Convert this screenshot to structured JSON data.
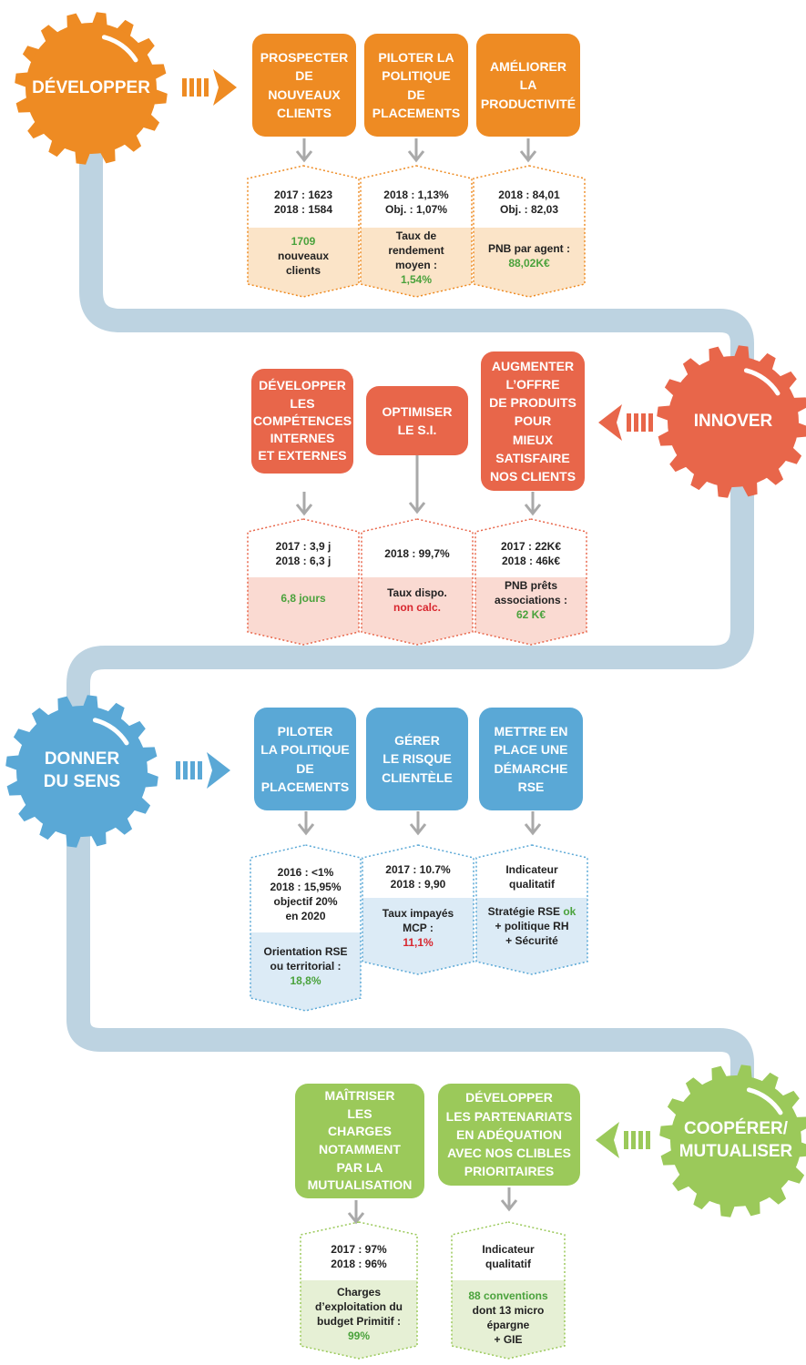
{
  "colors": {
    "orange": "#ee8b23",
    "coral": "#e8664a",
    "blue": "#5aa8d6",
    "green": "#9bc95a",
    "road": "#bdd3e1",
    "value_green": "#4aa23c",
    "value_red": "#d8262e",
    "orange_fill": "#fbe4c8",
    "coral_fill": "#fadad2",
    "blue_fill": "#dcebf6",
    "green_fill": "#e6f0d5"
  },
  "sections": [
    {
      "id": "developper",
      "gear_lines": [
        "DÉVELOPPER"
      ],
      "goals": [
        {
          "lines": [
            "PROSPECTER",
            "DE",
            "NOUVEAUX",
            "CLIENTS"
          ]
        },
        {
          "lines": [
            "PILOTER LA",
            "POLITIQUE",
            "DE",
            "PLACEMENTS"
          ]
        },
        {
          "lines": [
            "AMÉLIORER",
            "LA",
            "PRODUCTIVITÉ"
          ]
        }
      ],
      "indicators": [
        {
          "top": [
            "2017 : 1623",
            "2018 : 1584"
          ],
          "bottom": [
            {
              "text": "1709",
              "style": "green"
            },
            {
              "text": "nouveaux"
            },
            {
              "text": "clients"
            }
          ]
        },
        {
          "top": [
            "2018 : 1,13%",
            "Obj. : 1,07%"
          ],
          "bottom": [
            {
              "text": "Taux de"
            },
            {
              "text": "rendement"
            },
            {
              "text": "moyen :"
            },
            {
              "text": "1,54%",
              "style": "green"
            }
          ]
        },
        {
          "top": [
            "2018 : 84,01",
            "Obj. : 82,03"
          ],
          "bottom": [
            {
              "text": "PNB par agent :"
            },
            {
              "text": "88,02K€",
              "style": "green"
            }
          ]
        }
      ]
    },
    {
      "id": "innover",
      "gear_lines": [
        "INNOVER"
      ],
      "goals": [
        {
          "lines": [
            "DÉVELOPPER",
            "LES",
            "COMPÉTENCES",
            "INTERNES",
            "ET EXTERNES"
          ]
        },
        {
          "lines": [
            "OPTIMISER",
            "LE S.I."
          ]
        },
        {
          "lines": [
            "AUGMENTER",
            "L’OFFRE",
            "DE PRODUITS",
            "POUR",
            "MIEUX",
            "SATISFAIRE",
            "NOS CLIENTS"
          ]
        }
      ],
      "indicators": [
        {
          "top": [
            "2017 : 3,9 j",
            "2018 : 6,3 j"
          ],
          "bottom": [
            {
              "text": "6,8 jours",
              "style": "green"
            }
          ]
        },
        {
          "top": [
            "2018 : 99,7%"
          ],
          "bottom": [
            {
              "text": "Taux dispo."
            },
            {
              "text": "non calc.",
              "style": "red"
            }
          ]
        },
        {
          "top": [
            "2017 : 22K€",
            "2018 : 46k€"
          ],
          "bottom": [
            {
              "text": "PNB prêts"
            },
            {
              "text": "associations :"
            },
            {
              "text": "62 K€",
              "style": "green"
            }
          ]
        }
      ]
    },
    {
      "id": "donner-du-sens",
      "gear_lines": [
        "DONNER",
        "DU SENS"
      ],
      "goals": [
        {
          "lines": [
            "PILOTER",
            "LA POLITIQUE",
            "DE",
            "PLACEMENTS"
          ]
        },
        {
          "lines": [
            "GÉRER",
            "LE RISQUE",
            "CLIENTÈLE"
          ]
        },
        {
          "lines": [
            "METTRE EN",
            "PLACE UNE",
            "DÉMARCHE",
            "RSE"
          ]
        }
      ],
      "indicators": [
        {
          "top": [
            "2016 : <1%",
            "2018 : 15,95%",
            "objectif 20%",
            "en 2020"
          ],
          "bottom": [
            {
              "text": "Orientation RSE"
            },
            {
              "text": "ou territorial :"
            },
            {
              "text": "18,8%",
              "style": "green"
            }
          ]
        },
        {
          "top": [
            "2017 : 10.7%",
            "2018 : 9,90"
          ],
          "bottom": [
            {
              "text": "Taux impayés"
            },
            {
              "text": "MCP :"
            },
            {
              "text": "11,1%",
              "style": "red"
            }
          ]
        },
        {
          "top": [
            "Indicateur",
            "qualitatif"
          ],
          "bottom": [
            {
              "text": "Stratégie RSE ",
              "suffix": "ok"
            },
            {
              "text": "+ politique RH"
            },
            {
              "text": "+ Sécurité"
            }
          ]
        }
      ]
    },
    {
      "id": "cooperer",
      "gear_lines": [
        "COOPÉRER/",
        "MUTUALISER"
      ],
      "goals": [
        {
          "lines": [
            "MAÎTRISER",
            "LES",
            "CHARGES",
            "NOTAMMENT",
            "PAR LA",
            "MUTUALISATION"
          ]
        },
        {
          "lines": [
            "DÉVELOPPER",
            "LES PARTENARIATS",
            "EN ADÉQUATION",
            "AVEC NOS CLIBLES",
            "PRIORITAIRES"
          ]
        }
      ],
      "indicators": [
        {
          "top": [
            "2017 : 97%",
            "2018 : 96%"
          ],
          "bottom": [
            {
              "text": "Charges"
            },
            {
              "text": "d’exploitation du"
            },
            {
              "text": "budget Primitif :"
            },
            {
              "text": "99%",
              "style": "green"
            }
          ]
        },
        {
          "top": [
            "Indicateur",
            "qualitatif"
          ],
          "bottom": [
            {
              "text": "88 conventions",
              "style": "green"
            },
            {
              "text": "dont 13 micro"
            },
            {
              "text": "épargne"
            },
            {
              "text": "+ GIE"
            }
          ]
        }
      ]
    }
  ]
}
